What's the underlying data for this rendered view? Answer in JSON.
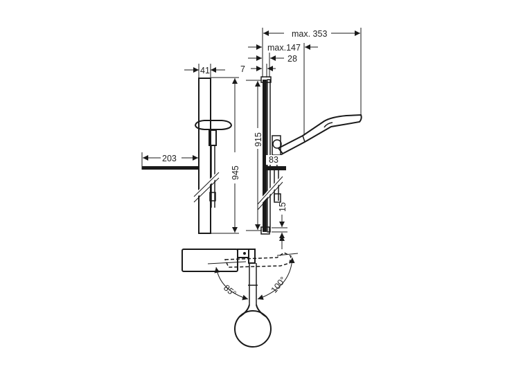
{
  "drawing": {
    "subject": "Shower rail set technical drawing",
    "line_color": "#1a1a1a",
    "background": "#ffffff"
  },
  "dimensions": {
    "max_reach": "max. 353",
    "max_147": "max.147",
    "d28": "28",
    "d7": "7",
    "d41": "41",
    "d203": "203",
    "d945": "945",
    "d915": "915",
    "d83": "83",
    "d15": "15"
  },
  "angles": {
    "left": "85°",
    "right": "100°"
  },
  "views": {
    "front": "front-view",
    "side": "side-view",
    "top": "top-view"
  }
}
